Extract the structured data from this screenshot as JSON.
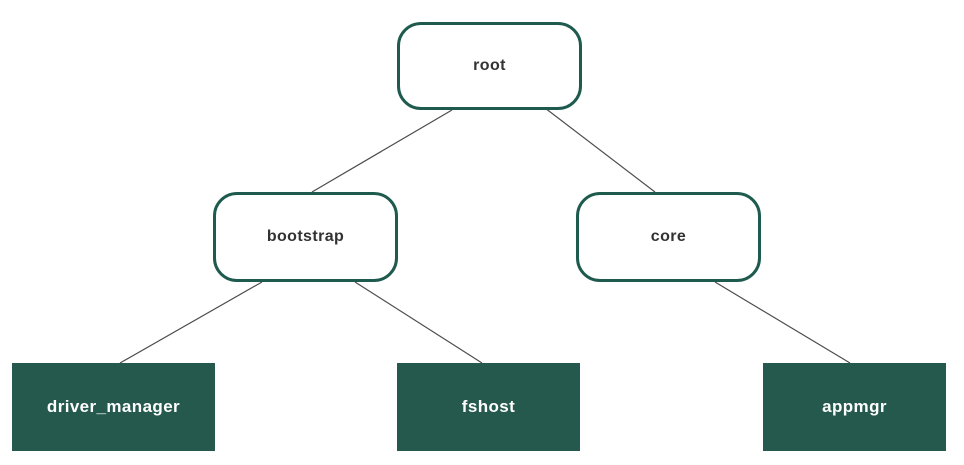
{
  "diagram": {
    "type": "tree",
    "nodes": {
      "root": {
        "label": "root",
        "style": "outline"
      },
      "bootstrap": {
        "label": "bootstrap",
        "style": "outline"
      },
      "core": {
        "label": "core",
        "style": "outline"
      },
      "driver_manager": {
        "label": "driver_manager",
        "style": "filled"
      },
      "fshost": {
        "label": "fshost",
        "style": "filled"
      },
      "appmgr": {
        "label": "appmgr",
        "style": "filled"
      }
    },
    "edges": [
      {
        "from": "root",
        "to": "bootstrap"
      },
      {
        "from": "root",
        "to": "core"
      },
      {
        "from": "bootstrap",
        "to": "driver_manager"
      },
      {
        "from": "bootstrap",
        "to": "fshost"
      },
      {
        "from": "core",
        "to": "appmgr"
      }
    ],
    "colors": {
      "node_border": "#1e5b4e",
      "leaf_fill": "#25594d",
      "leaf_text": "#ffffff",
      "branch_text": "#333333",
      "edge": "#4d4d4d",
      "background": "#ffffff"
    }
  }
}
